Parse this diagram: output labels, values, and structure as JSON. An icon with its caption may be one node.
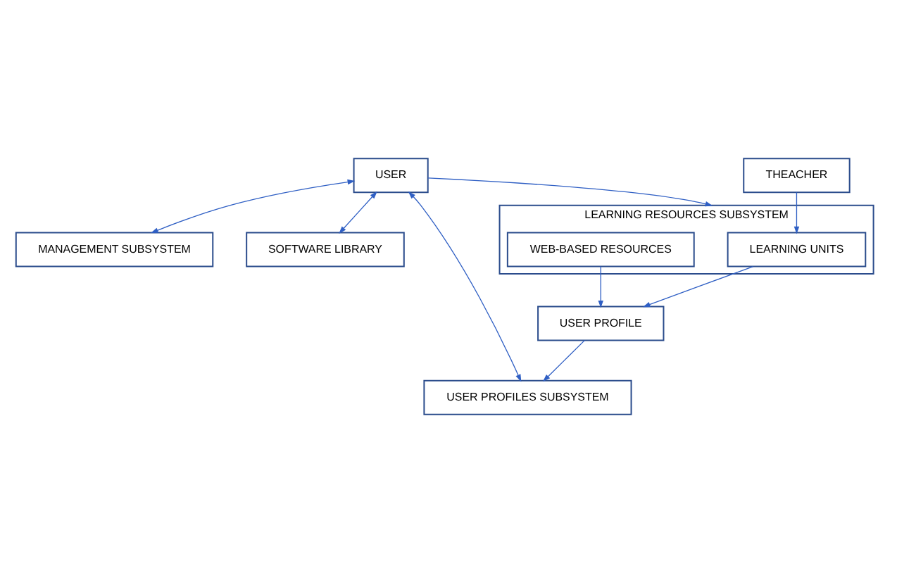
{
  "diagram": {
    "nodes": [
      {
        "text": [
          "USER"
        ]
      },
      {
        "text": [
          "THEACHER"
        ]
      },
      {
        "text": [
          "MANAGEMENT SUBSYSTEM"
        ]
      },
      {
        "text": [
          "SOFTWARE LIBRARY"
        ]
      },
      {
        "text": [
          "USER PROFILES SUBSYSTEM"
        ]
      },
      {
        "text": [
          "LEARNING RESOURCES SUBSYSTEM"
        ]
      },
      {
        "text": [
          "LEARNING UNITS"
        ],
        "in": 5
      },
      {
        "text": [
          "WEB-BASED RESOURCES"
        ],
        "in": 5
      },
      {
        "text": [
          "USER PROFILE"
        ]
      }
    ],
    "edges": [
      {
        "from": 0,
        "to": 2,
        "arrow": "both"
      },
      {
        "from": 0,
        "to": 3,
        "arrow": "both"
      },
      {
        "from": 0,
        "to": 4,
        "arrow": "both"
      },
      {
        "from": 0,
        "to": 5,
        "arrow": "to"
      },
      {
        "from": 8,
        "to": 4,
        "arrow": "to"
      },
      {
        "from": 1,
        "to": 6,
        "arrow": "to"
      },
      {
        "from": 6,
        "to": 8,
        "arrow": "to"
      },
      {
        "from": 7,
        "to": 8,
        "arrow": "to"
      }
    ]
  }
}
